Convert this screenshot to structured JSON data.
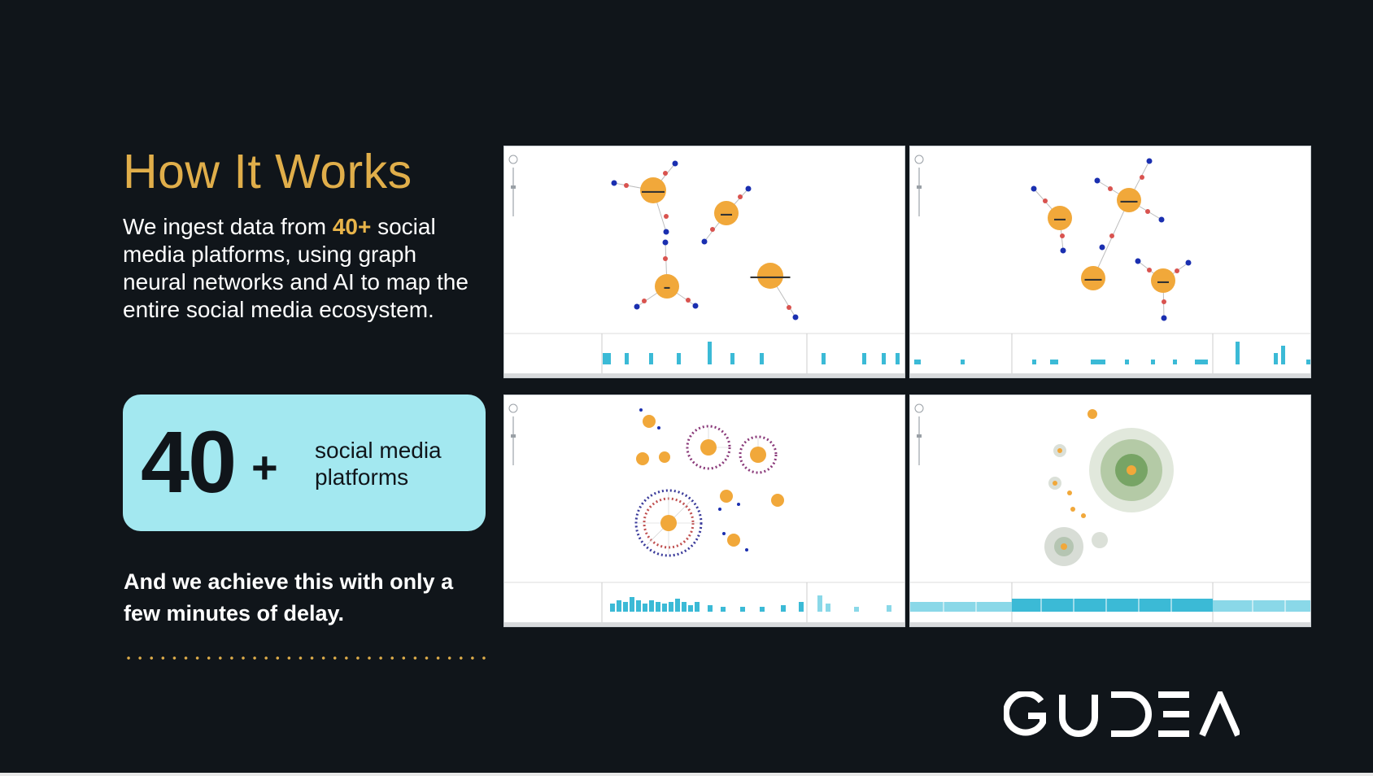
{
  "slide": {
    "title": "How It Works",
    "intro_before": "We ingest data from ",
    "intro_highlight": "40+",
    "intro_after": " social media platforms, using graph neural networks and AI to map the entire social media ecosystem.",
    "stat": {
      "number": "40",
      "plus": "+",
      "label": "social media platforms"
    },
    "delay_text": "And we achieve this with only a few minutes of delay.",
    "brand": "GUDEA"
  },
  "colors": {
    "background": "#10151a",
    "accent": "#e0ae4a",
    "stat_card": "#a3e8f0",
    "node": "#f1a83a",
    "bar": "#3bbad6"
  },
  "panels": [
    {
      "id": "graph-1",
      "kind": "network-graph-with-timeline"
    },
    {
      "id": "graph-2",
      "kind": "network-graph-with-timeline"
    },
    {
      "id": "graph-3",
      "kind": "network-graph-with-timeline"
    },
    {
      "id": "graph-4",
      "kind": "network-graph-with-timeline"
    }
  ]
}
